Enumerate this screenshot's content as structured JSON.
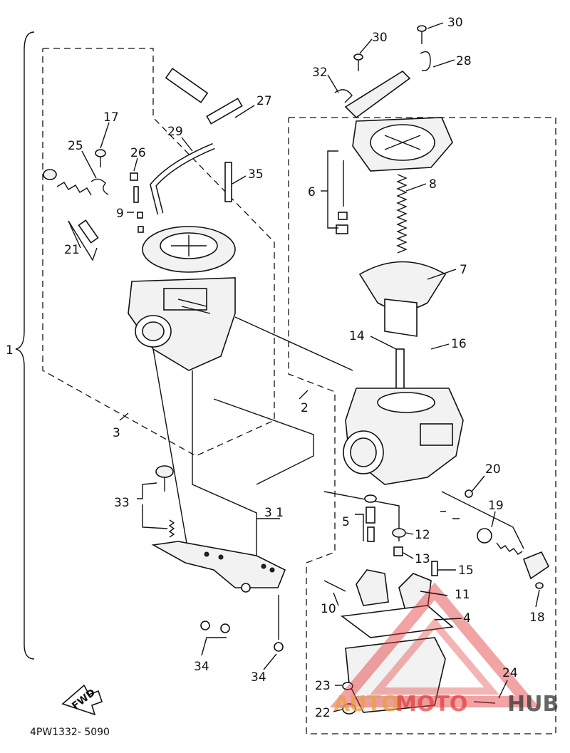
{
  "diagram": {
    "callouts": {
      "c1": "1",
      "c2": "2",
      "c3": "3",
      "c4": "4",
      "c5": "5",
      "c6": "6",
      "c7": "7",
      "c8": "8",
      "c9": "9",
      "c10": "10",
      "c11": "11",
      "c12": "12",
      "c13": "13",
      "c14": "14",
      "c15": "15",
      "c16": "16",
      "c17": "17",
      "c18": "18",
      "c19": "19",
      "c20": "20",
      "c21": "21",
      "c22": "22",
      "c23": "23",
      "c24": "24",
      "c25": "25",
      "c26": "26",
      "c27": "27",
      "c28": "28",
      "c29": "29",
      "c30a": "30",
      "c30b": "30",
      "c31": "3 1",
      "c32": "32",
      "c33": "33",
      "c34a": "34",
      "c34b": "34",
      "c35": "35"
    },
    "fwd_label": "FWD",
    "part_number": "4PW1332- 5090",
    "watermark": {
      "text_a": "AUTO",
      "text_b": "MOTO",
      "text_c": "HUB",
      "accent_color": "#e23b3b"
    }
  }
}
